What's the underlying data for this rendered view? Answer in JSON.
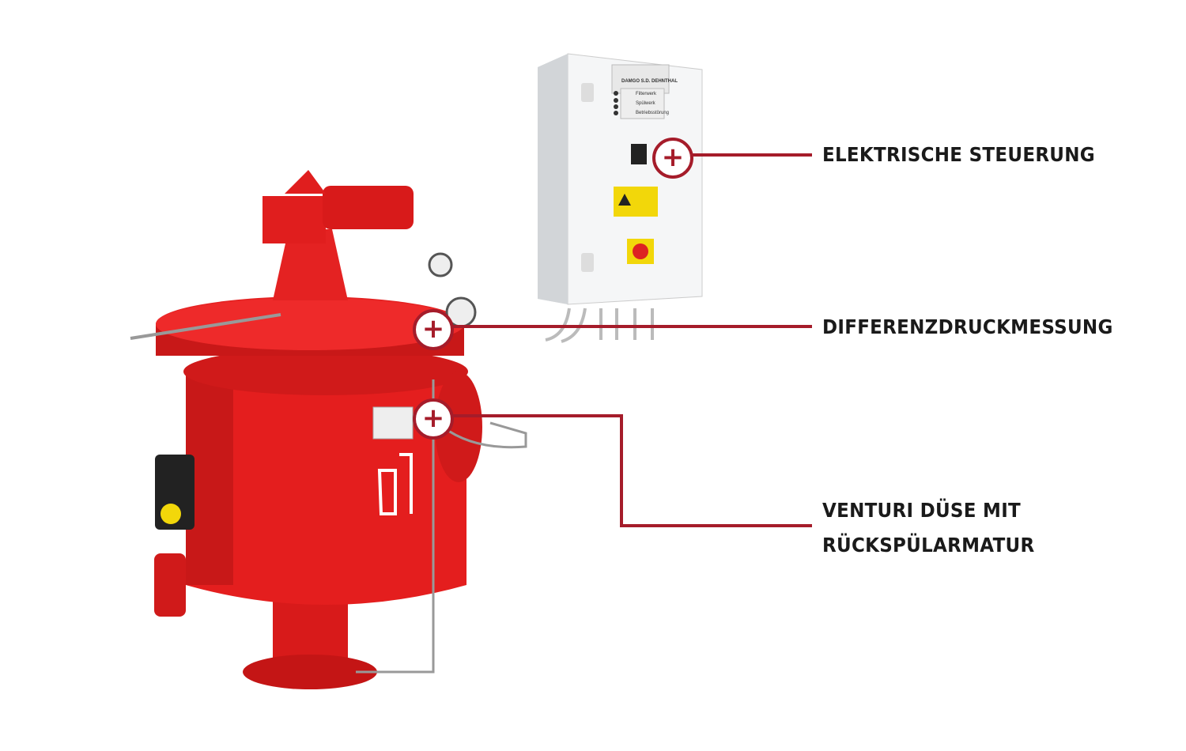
{
  "hotspots": [
    {
      "id": "steuerung",
      "icon": "plus-icon",
      "symbol": "+",
      "label": "ELEKTRISCHE STEUERUNG"
    },
    {
      "id": "differenzdruck",
      "icon": "plus-icon",
      "symbol": "+",
      "label": "DIFFERENZDRUCKMESSUNG"
    },
    {
      "id": "venturi",
      "icon": "plus-icon",
      "symbol": "+",
      "label_line1": "VENTURI DÜSE MIT",
      "label_line2": "RÜCKSPÜLARMATUR"
    }
  ],
  "control_box": {
    "nameplate": "DAMGO S.D. DEHNTHAL",
    "indicators": [
      "Filterwerk",
      "Spülwerk",
      "Betriebsstörung"
    ]
  },
  "colors": {
    "accent": "#a51c2a",
    "filter_red": "#e41e1e",
    "label_text": "#1a1a1a"
  }
}
